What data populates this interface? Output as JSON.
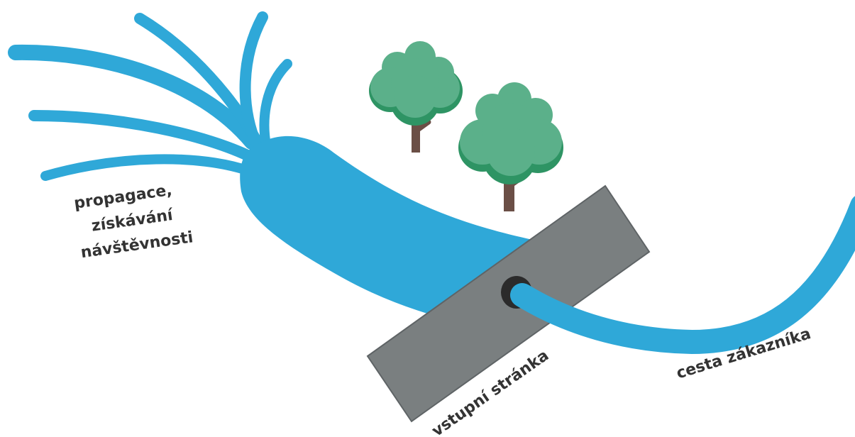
{
  "labels": {
    "traffic_line1": "propagace,",
    "traffic_line2": "získávání",
    "traffic_line3": "návštěvnosti",
    "landing_page": "vstupní stránka",
    "customer_path": "cesta zákazníka"
  },
  "colors": {
    "water": "#2fa8d8",
    "dam": "#7a7f80",
    "dam_stroke": "#5f6466",
    "hole": "#2b2b2b",
    "tree_leaf": "#5bb08a",
    "tree_leaf_dark": "#2e9464",
    "tree_trunk": "#6b4f46",
    "text": "#333333"
  }
}
